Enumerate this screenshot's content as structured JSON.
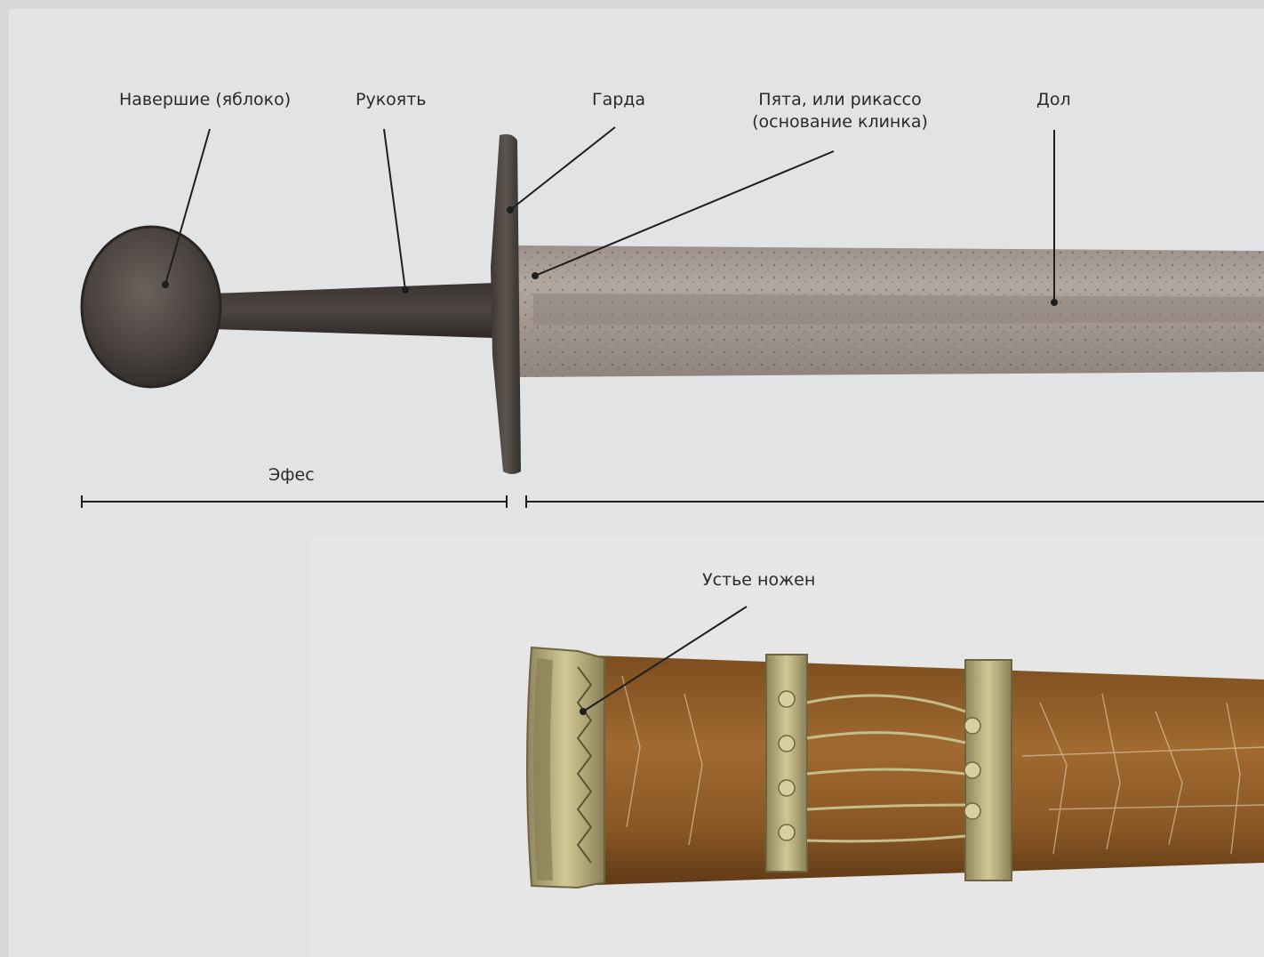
{
  "labels": {
    "pommel": "Навершие (яблоко)",
    "grip": "Рукоять",
    "guard": "Гарда",
    "ricasso_line1": "Пята, или рикассо",
    "ricasso_line2": "(основание клинка)",
    "fuller": "Дол",
    "hilt": "Эфес",
    "scabbard_mouth": "Устье ножен"
  },
  "colors": {
    "background": "#e2e3e4",
    "leader_line": "#1e1e1e",
    "blade": "#a39890",
    "iron": "#4c4541",
    "scabbard_wood": "#8e5a24",
    "brass": "#b7ac76"
  }
}
